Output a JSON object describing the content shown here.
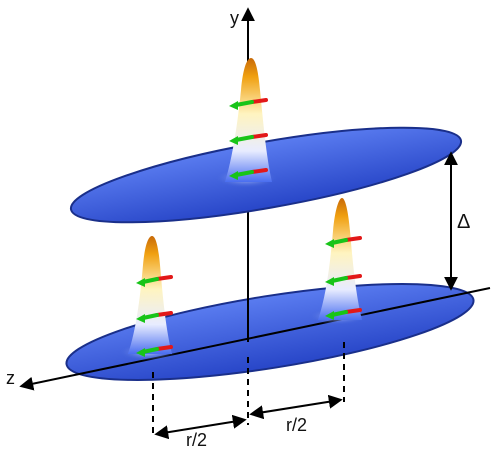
{
  "axes": {
    "y_label": "y",
    "z_label": "z"
  },
  "annotations": {
    "gap_label": "Δ",
    "half_distance_left": "r/2",
    "half_distance_right": "r/2"
  },
  "colors": {
    "plane": "#3a5ed8",
    "plane_edge": "#1a2f8a",
    "arrow_head": "#18c418",
    "arrow_tail": "#e21818",
    "peak_top": "#f4b40f",
    "axis": "#000000"
  }
}
